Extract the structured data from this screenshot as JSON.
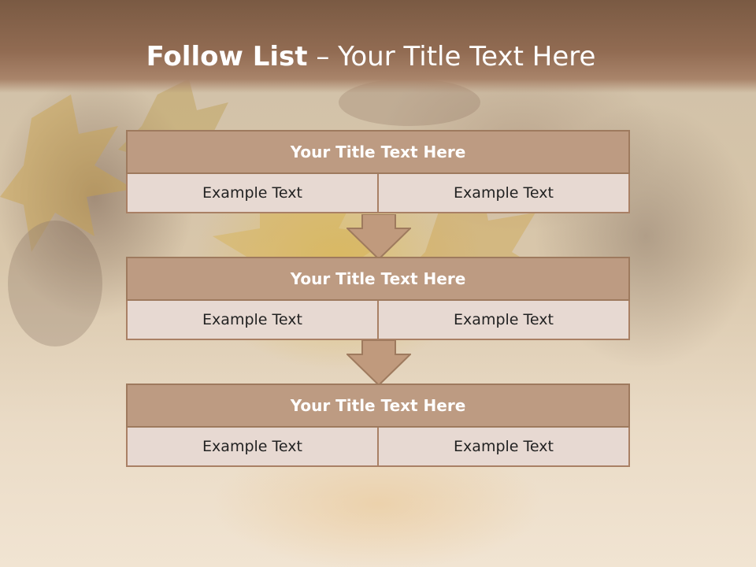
{
  "slide": {
    "title_bold": "Follow List",
    "title_rest": " – Your Title Text Here"
  },
  "blocks": [
    {
      "title": "Your Title Text Here",
      "left": "Example Text",
      "right": "Example Text"
    },
    {
      "title": "Your Title Text Here",
      "left": "Example Text",
      "right": "Example Text"
    },
    {
      "title": "Your Title Text Here",
      "left": "Example Text",
      "right": "Example Text"
    }
  ],
  "colors": {
    "header": "#916b52",
    "block_title": "#bd9b82",
    "cell": "#e7d9d2",
    "arrow": "#c09a7d"
  }
}
